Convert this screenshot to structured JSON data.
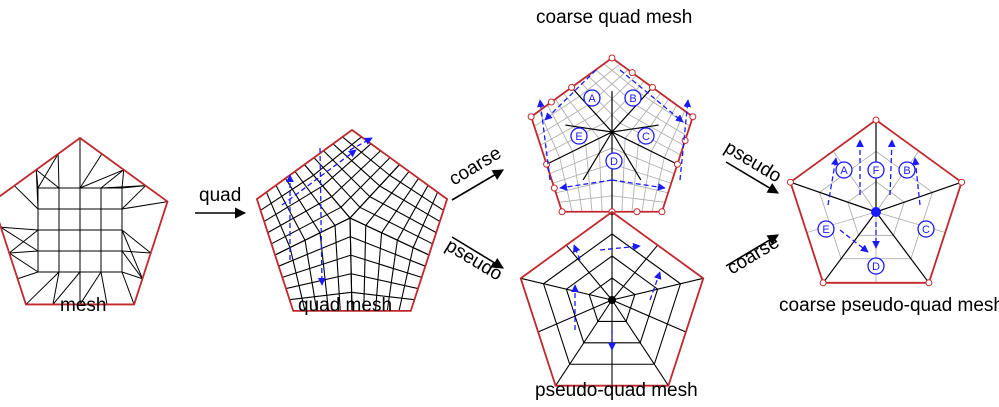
{
  "labels": {
    "mesh": "mesh",
    "quad_mesh": "quad mesh",
    "coarse_quad_mesh": "coarse quad mesh",
    "pseudo_quad_mesh": "pseudo-quad mesh",
    "coarse_pseudo_quad_mesh": "coarse pseudo-quad mesh"
  },
  "arrows": {
    "quad": "quad",
    "coarse_top": "coarse",
    "pseudo_bottom": "pseudo",
    "pseudo_right": "pseudo",
    "coarse_right": "coarse"
  },
  "patch_labels_coarse": [
    "A",
    "B",
    "C",
    "D",
    "E"
  ],
  "patch_labels_pseudo": [
    "A",
    "F",
    "B",
    "C",
    "D",
    "E"
  ],
  "colors": {
    "boundary": "#c0282d",
    "edge": "#000000",
    "grid": "#b0b0b0",
    "flow": "#1a1aff"
  }
}
